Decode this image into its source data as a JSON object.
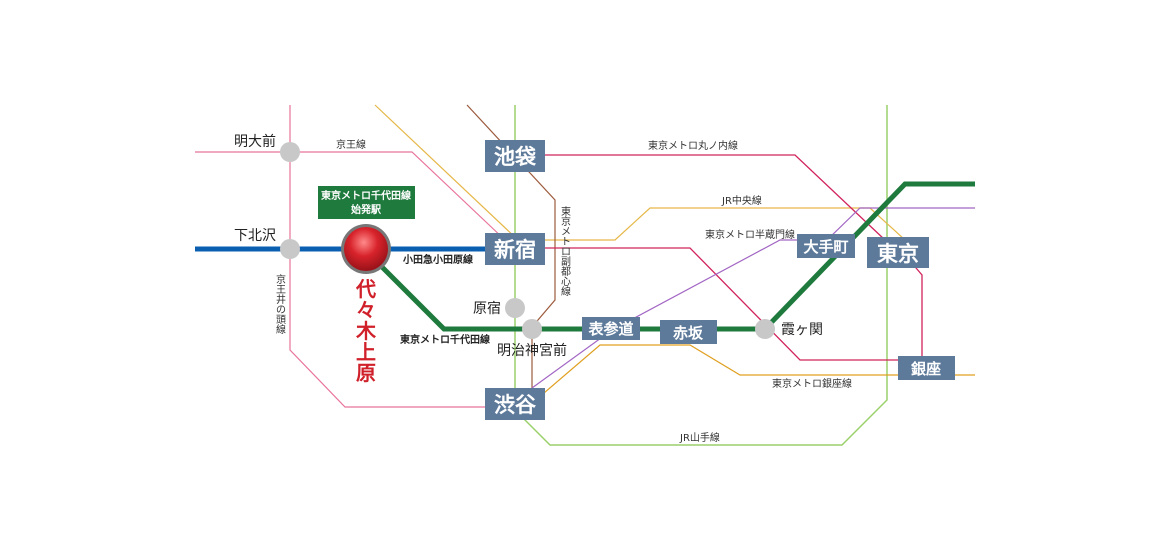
{
  "colors": {
    "chiyoda": "#1f7a3e",
    "odakyu": "#0a5fb0",
    "keio": "#e8749a",
    "inokashira": "#e8749a",
    "yamanote": "#9bd16b",
    "chuo": "#e6b84a",
    "fukutoshin": "#9c5a3c",
    "hanzomon": "#a266c4",
    "marunouchi": "#d1245c",
    "ginza": "#e0a020",
    "station_box": "#5d7a9a",
    "station_dot": "#c8c8c8",
    "origin": "#d0202a",
    "badge": "#1f7a3e"
  },
  "origin_station": {
    "name_chars": [
      "代",
      "々",
      "木",
      "上",
      "原"
    ],
    "badge_line1": "東京メトロ千代田線",
    "badge_line2": "始発駅"
  },
  "stations_boxed": {
    "ikebukuro": "池袋",
    "shinjuku": "新宿",
    "shibuya": "渋谷",
    "omotesando": "表参道",
    "akasaka": "赤坂",
    "otemachi": "大手町",
    "tokyo": "東京",
    "ginza": "銀座"
  },
  "stations_plain": {
    "meidaimae": "明大前",
    "shimokitazawa": "下北沢",
    "harajuku": "原宿",
    "meijijingumae": "明治神宮前",
    "kasumigaseki": "霞ヶ関"
  },
  "line_labels": {
    "keio": "京王線",
    "marunouchi": "東京メトロ丸ノ内線",
    "chuo": "JR中央線",
    "hanzomon": "東京メトロ半蔵門線",
    "odakyu": "小田急小田原線",
    "chiyoda": "東京メトロ千代田線",
    "fukutoshin_chars": [
      "東",
      "京",
      "メ",
      "ト",
      "ロ",
      "副",
      "都",
      "心",
      "線"
    ],
    "inokashira_chars": [
      "京",
      "王",
      "井",
      "の",
      "頭",
      "線"
    ],
    "ginza": "東京メトロ銀座線",
    "yamanote": "JR山手線"
  }
}
